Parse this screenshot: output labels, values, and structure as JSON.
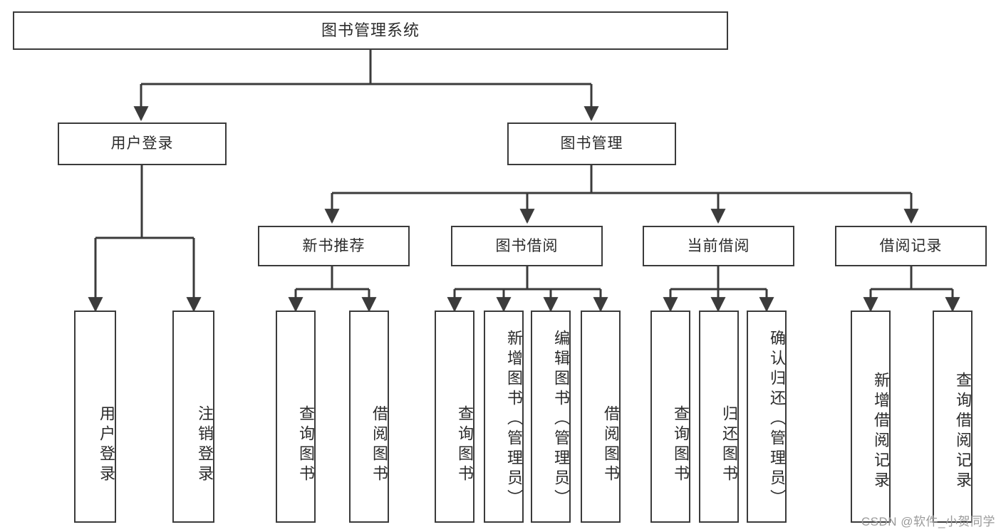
{
  "diagram": {
    "title": "图书管理系统",
    "type": "tree-hierarchy-diagram",
    "root": {
      "label": "图书管理系统"
    },
    "level2": [
      {
        "id": "user-login",
        "label": "用户登录"
      },
      {
        "id": "book-management",
        "label": "图书管理"
      }
    ],
    "level3": [
      {
        "id": "new-book-recommend",
        "label": "新书推荐"
      },
      {
        "id": "book-borrow",
        "label": "图书借阅"
      },
      {
        "id": "current-borrow",
        "label": "当前借阅"
      },
      {
        "id": "borrow-record",
        "label": "借阅记录"
      }
    ],
    "leaves": [
      {
        "id": "leaf-user-login",
        "label": "用户登录",
        "parent": "user-login"
      },
      {
        "id": "leaf-logout",
        "label": "注销登录",
        "parent": "user-login"
      },
      {
        "id": "leaf-query-book-1",
        "label": "查询图书",
        "parent": "new-book-recommend"
      },
      {
        "id": "leaf-borrow-book-1",
        "label": "借阅图书",
        "parent": "new-book-recommend"
      },
      {
        "id": "leaf-query-book-2",
        "label": "查询图书",
        "parent": "book-borrow"
      },
      {
        "id": "leaf-add-book",
        "label": "新增图书（管理员）",
        "parent": "book-borrow"
      },
      {
        "id": "leaf-edit-book",
        "label": "编辑图书（管理员）",
        "parent": "book-borrow"
      },
      {
        "id": "leaf-borrow-book-2",
        "label": "借阅图书",
        "parent": "book-borrow"
      },
      {
        "id": "leaf-query-book-3",
        "label": "查询图书",
        "parent": "current-borrow"
      },
      {
        "id": "leaf-return-book",
        "label": "归还图书",
        "parent": "current-borrow"
      },
      {
        "id": "leaf-confirm-return",
        "label": "确认归还（管理员）",
        "parent": "current-borrow"
      },
      {
        "id": "leaf-add-record",
        "label": "新增借阅记录",
        "parent": "borrow-record"
      },
      {
        "id": "leaf-query-record",
        "label": "查询借阅记录",
        "parent": "borrow-record"
      }
    ],
    "colors": {
      "stroke": "#3b3b3b",
      "fill": "#ffffff",
      "text": "#2b2b2b",
      "watermark": "#9a9a9a"
    }
  },
  "watermark": {
    "text": "CSDN @软件_小贺同学"
  }
}
